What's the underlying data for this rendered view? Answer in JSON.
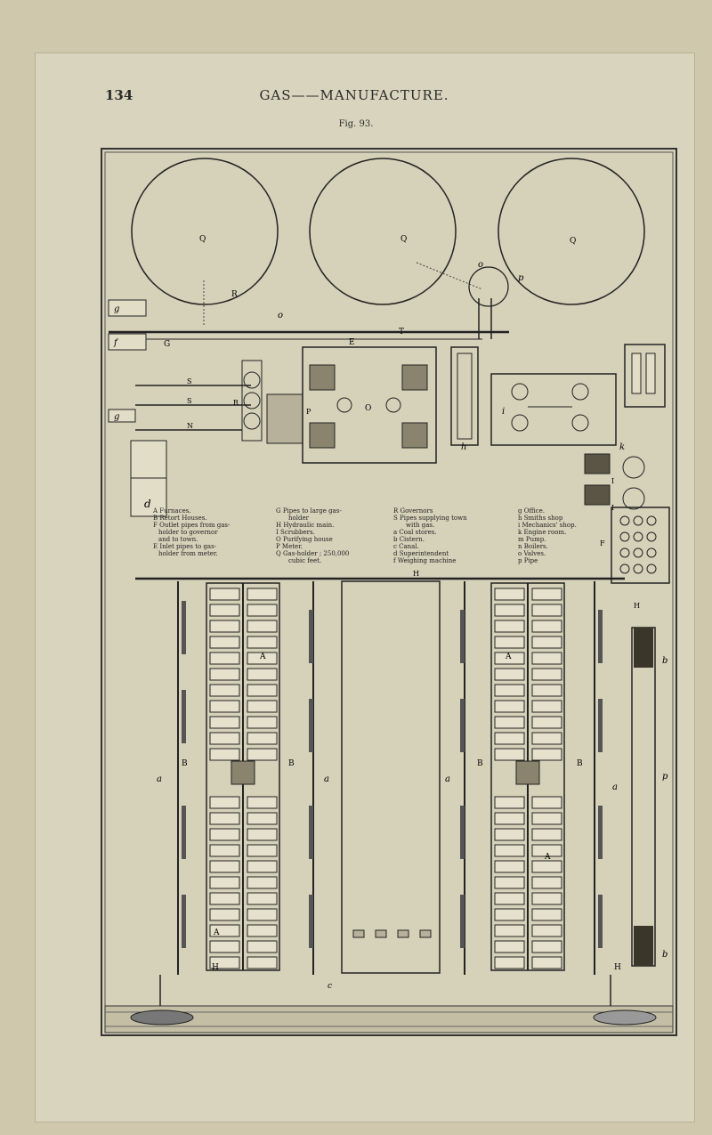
{
  "header": {
    "page_number": "134",
    "title": "GAS——MANUFACTURE."
  },
  "figure": {
    "label": "Fig. 93."
  },
  "legend": {
    "col1": [
      "A Furnaces.",
      "B Retort Houses.",
      "F Outlet pipes from gas-",
      "holder to governor",
      "and to town.",
      "E Inlet pipes to gas-",
      "holder from meter."
    ],
    "col2": [
      "G Pipes to large gas-",
      "holder",
      "H Hydraulic main.",
      "I Scrubbers.",
      "O Purifying house",
      "P Meter.",
      "Q Gas-holder ; 250,000",
      "cubic feet."
    ],
    "col3": [
      "R Governors",
      "S Pipes supplying town",
      "with gas.",
      "a Coal stores.",
      "b Cistern.",
      "c Canal.",
      "d Superintendent",
      "f Weighing machine"
    ],
    "col4": [
      "g Office.",
      "h Smiths shop",
      "i Mechanics' shop.",
      "k Engine room.",
      "m Pump.",
      "n Boilers.",
      "o Valves.",
      "p Pipe"
    ]
  },
  "plan_labels": {
    "Q": "Q",
    "R": "R",
    "T": "T",
    "o": "o",
    "p": "p",
    "G": "G",
    "E": "E",
    "S": "S",
    "N": "N",
    "g": "g",
    "f": "f",
    "d": "d",
    "O": "O",
    "P": "P",
    "i": "i",
    "h": "h",
    "k": "k",
    "I": "I",
    "F": "F",
    "H": "H",
    "B": "B",
    "A": "A",
    "a": "a",
    "b": "b",
    "c": "c"
  }
}
